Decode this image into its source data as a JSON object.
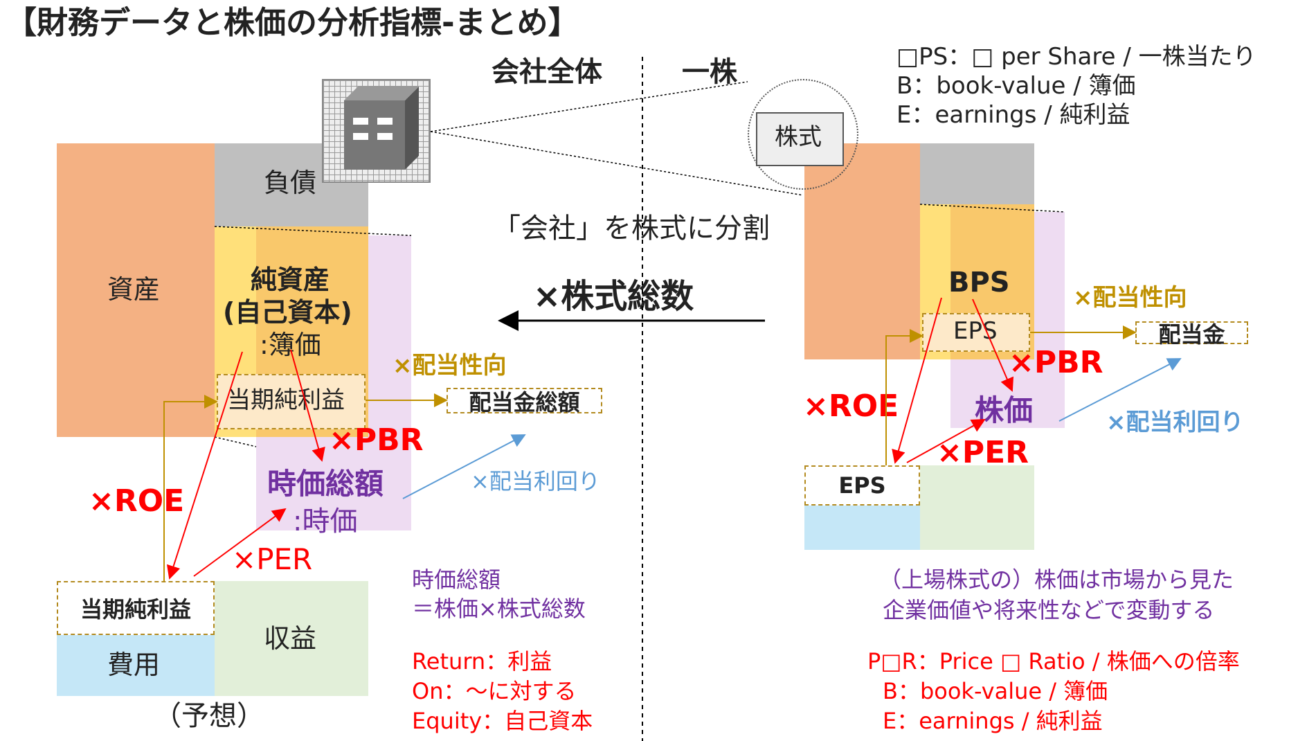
{
  "title": "【財務データと株価の分析指標-まとめ】",
  "header": {
    "company_whole": "会社全体",
    "one_share": "一株"
  },
  "legend_top": {
    "line1": "□PS：□ per Share / 一株当たり",
    "line2": "B：book-value / 簿価",
    "line3": "E：earnings / 純利益"
  },
  "middle": {
    "split_label": "「会社」を株式に分割",
    "multiply_shares": "×株式総数"
  },
  "left": {
    "assets": "資産",
    "liabilities": "負債",
    "net_assets_line1": "純資産",
    "net_assets_line2": "(自己資本)",
    "net_assets_line3": ":簿価",
    "net_income": "当期純利益",
    "dividend_ratio": "×配当性向",
    "total_dividend": "配当金総額",
    "pbr": "×PBR",
    "market_cap": "時価総額",
    "market_value": ":時価",
    "dividend_yield": "×配当利回り",
    "roe": "×ROE",
    "per": "×PER",
    "net_income_box": "当期純利益",
    "expenses": "費用",
    "revenue": "収益",
    "forecast": "（予想）"
  },
  "left_notes": {
    "market_cap_line1": "時価総額",
    "market_cap_line2": "＝株価×株式総数",
    "roe_line1": "Return：利益",
    "roe_line2": "On：～に対する",
    "roe_line3": "Equity：自己資本"
  },
  "right": {
    "stock_label": "株式",
    "bps": "BPS",
    "eps_inner": "EPS",
    "dividend_ratio": "×配当性向",
    "dividend": "配当金",
    "pbr": "×PBR",
    "stock_price": "株価",
    "dividend_yield": "×配当利回り",
    "roe": "×ROE",
    "per": "×PER",
    "eps_box": "EPS"
  },
  "right_notes": {
    "line1": "（上場株式の）株価は市場から見た",
    "line2": "企業価値や将来性などで変動する",
    "ratio_line1": "P□R：Price □ Ratio / 株価への倍率",
    "ratio_line2": "B：book-value / 簿価",
    "ratio_line3": "E：earnings / 純利益"
  },
  "colors": {
    "assets": "#f4b183",
    "liabilities": "#bfbfbf",
    "equity_light": "#ffe07a",
    "equity": "#f9c86b",
    "purple_bg": "#eedcf2",
    "expenses": "#c5e7f7",
    "revenue": "#e2efd9",
    "red": "#ff0000",
    "gold": "#bf9000",
    "purple_text": "#7030a0",
    "blue_text": "#5b9bd5"
  }
}
